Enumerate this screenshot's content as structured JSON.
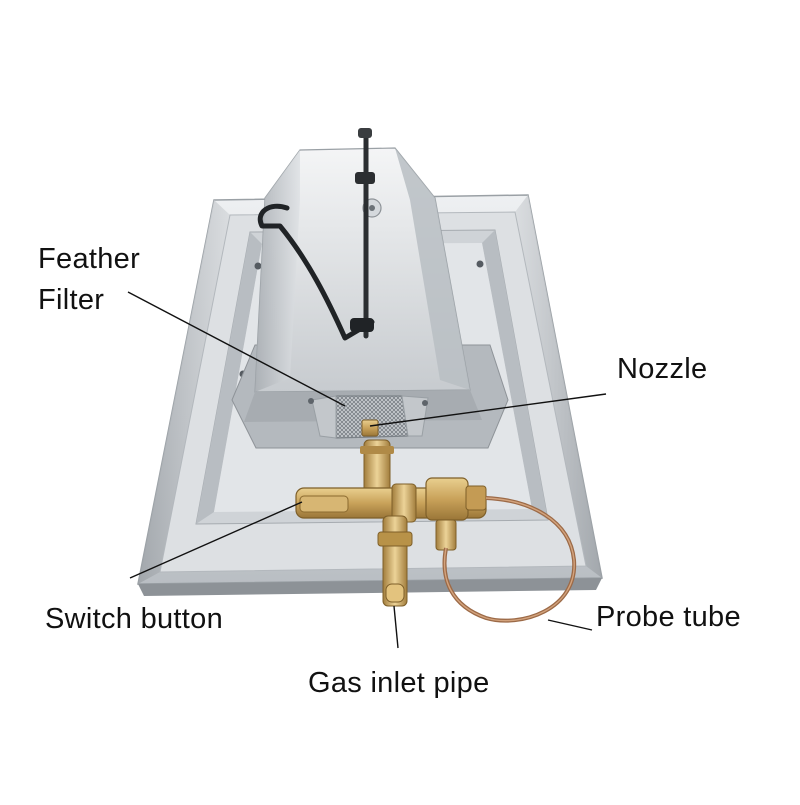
{
  "diagram": {
    "labels": {
      "feather_filter_line1": "Feather",
      "feather_filter_line2": "Filter",
      "nozzle": "Nozzle",
      "switch_button": "Switch button",
      "gas_inlet_pipe": "Gas inlet pipe",
      "probe_tube": "Probe tube"
    },
    "colors": {
      "background": "#ffffff",
      "steel_light": "#e6e8ea",
      "steel_mid": "#c3c7cb",
      "steel_dark": "#8e9398",
      "brass": "#c9a25a",
      "copper": "#b07a55",
      "leader_line": "#111111"
    }
  }
}
